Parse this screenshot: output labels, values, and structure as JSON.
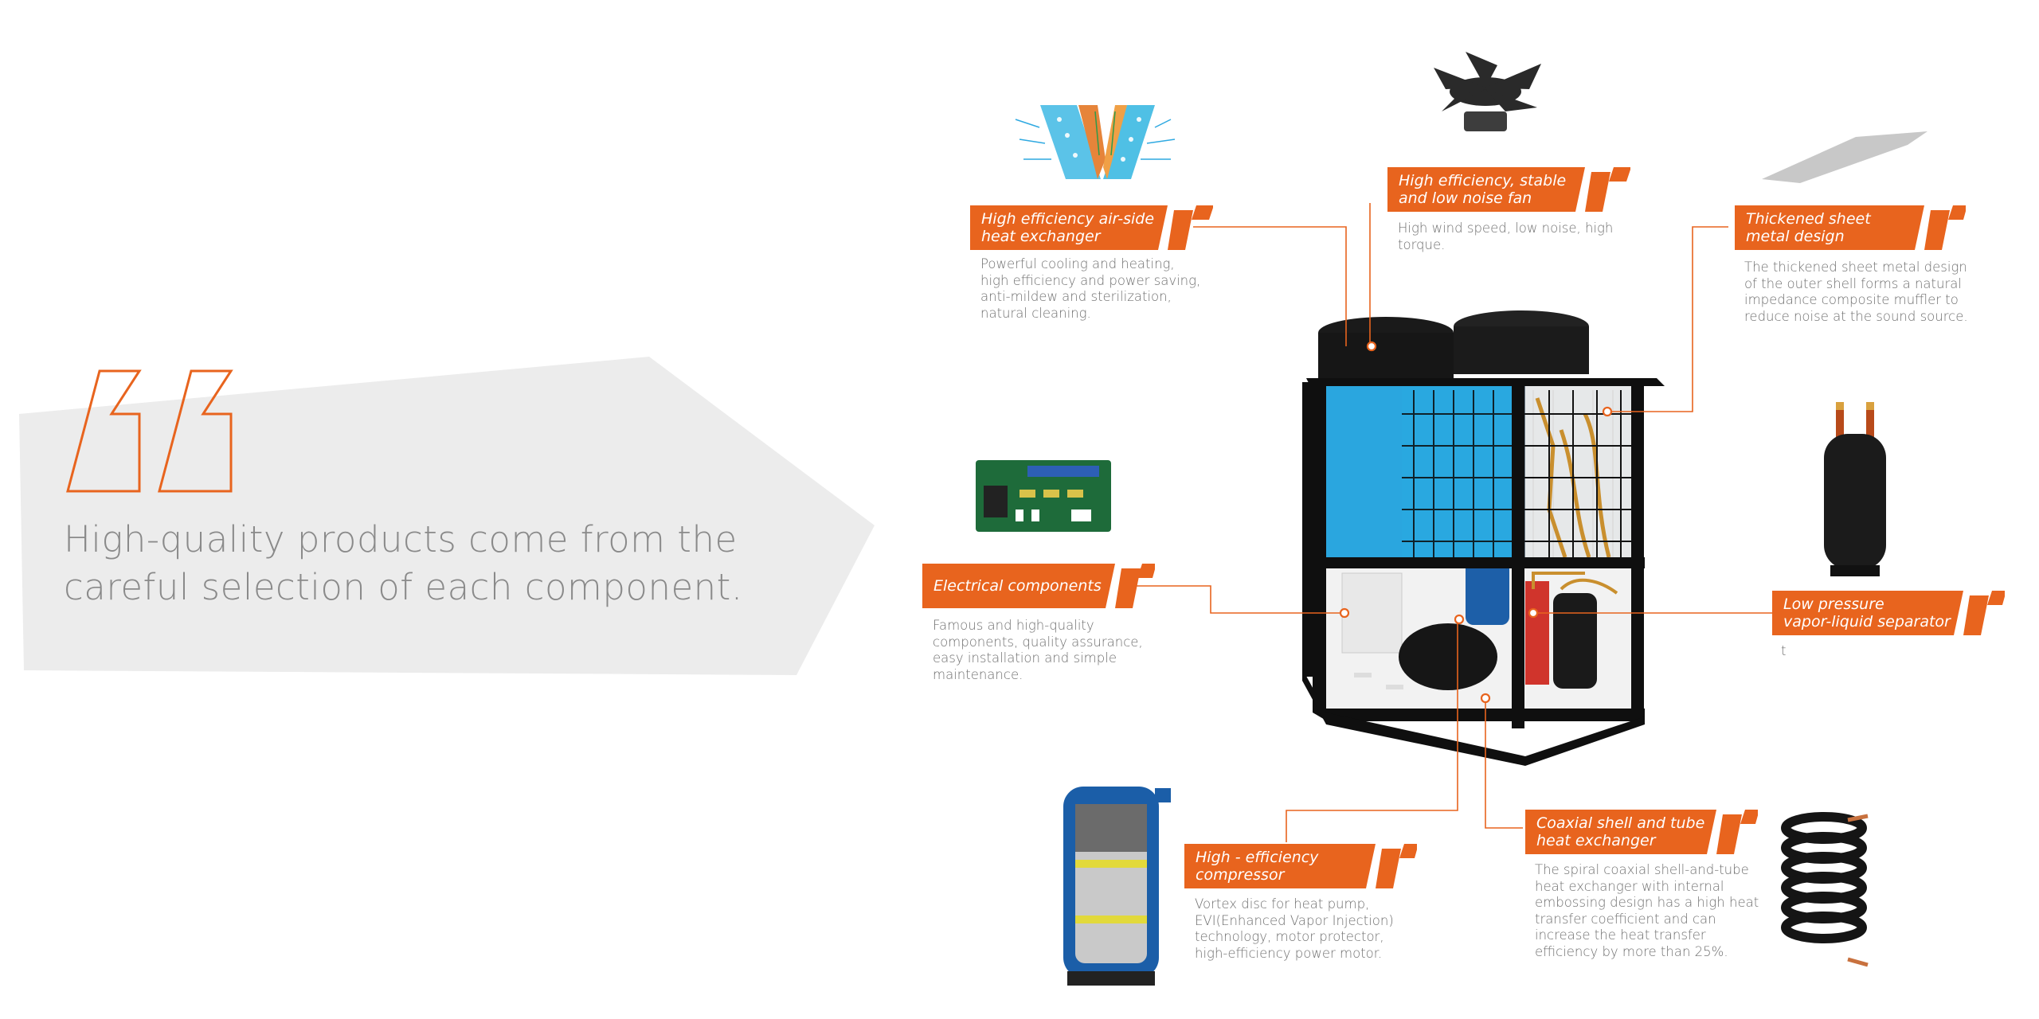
{
  "quote": {
    "line1": "High-quality products come from the",
    "line2": "careful selection of each component."
  },
  "components": [
    {
      "id": "air-side-heat-exchanger",
      "title1": "High efficiency air-side",
      "title2": "heat exchanger",
      "desc": [
        "Powerful cooling and heating,",
        "high efficiency and power saving,",
        "anti-mildew and sterilization,",
        "natural cleaning."
      ]
    },
    {
      "id": "fan",
      "title1": "High efficiency, stable",
      "title2": "and low noise fan",
      "desc": [
        "High wind speed, low noise, high",
        "torque."
      ]
    },
    {
      "id": "sheet-metal",
      "title1": "Thickened sheet",
      "title2": "metal design",
      "desc": [
        "The thickened sheet metal design",
        "of the outer shell forms a natural",
        "impedance composite muffler to",
        "reduce noise at the sound source."
      ]
    },
    {
      "id": "electrical",
      "title1": "Electrical components",
      "title2": "",
      "desc": [
        "Famous and high-quality",
        "components, quality assurance,",
        "easy installation and simple",
        "maintenance."
      ]
    },
    {
      "id": "separator",
      "title1": "Low pressure",
      "title2": "vapor-liquid separator",
      "desc": [
        "t"
      ]
    },
    {
      "id": "compressor",
      "title1": "High - efficiency",
      "title2": "compressor",
      "desc": [
        "Vortex disc for heat pump,",
        "EVI(Enhanced Vapor Injection)",
        "technology, motor protector,",
        "high-efficiency power motor."
      ]
    },
    {
      "id": "coaxial",
      "title1": "Coaxial shell and tube",
      "title2": "heat exchanger",
      "desc": [
        "The spiral coaxial shell-and-tube",
        "heat exchanger with internal",
        "embossing design has a high heat",
        "transfer coefficient and can",
        "increase the heat transfer",
        "efficiency by more than 25%."
      ]
    }
  ],
  "colors": {
    "accent": "#e8641e",
    "quote_panel": "#ececec",
    "frame": "#111111",
    "coil": "#29a8e0"
  }
}
